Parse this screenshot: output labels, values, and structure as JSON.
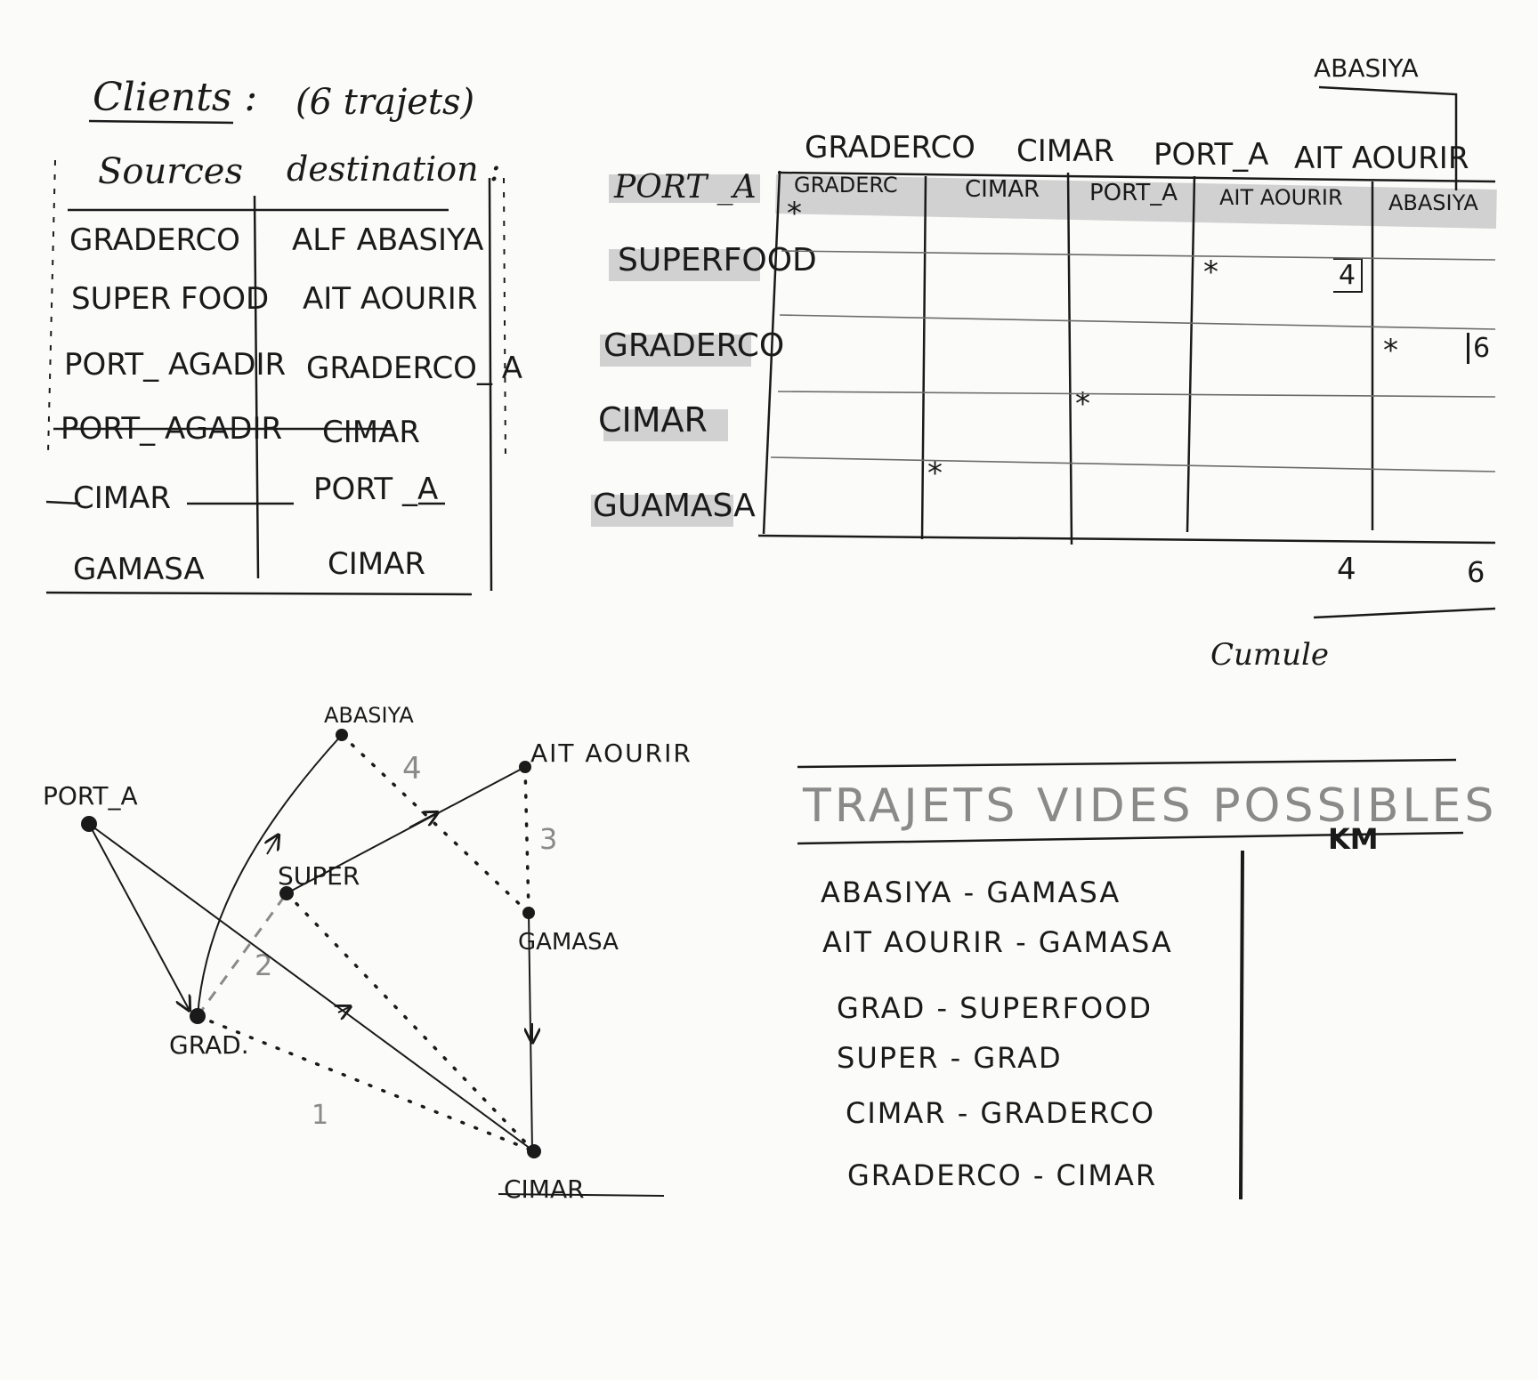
{
  "clients": {
    "title": "Clients :",
    "subtitle": "(6 trajets)",
    "col_source": "Sources",
    "col_destination": "destination :",
    "rows": [
      {
        "source": "GRADERCO",
        "destination": "ALF ABASIYA"
      },
      {
        "source": "SUPER FOOD",
        "destination": "AIT AOURIR"
      },
      {
        "source": "PORT_ AGADIR",
        "destination": "GRADERCO_ A"
      },
      {
        "source": "PORT_ AGADIR",
        "destination": "CIMAR"
      },
      {
        "source": "CIMAR",
        "destination": "PORT _A"
      },
      {
        "source": "GAMASA",
        "destination": "CIMAR"
      }
    ]
  },
  "matrix": {
    "top_labels": [
      "GRADERCO",
      "CIMAR",
      "PORT_A",
      "AIT AOURIR"
    ],
    "top_extra": "ABASIYA",
    "columns": [
      "GRADERC",
      "CIMAR",
      "PORT_A",
      "AIT AOURIR",
      "ABASIYA"
    ],
    "rows": [
      "PORT _A",
      "SUPERFOOD",
      "GRADERCO",
      "CIMAR",
      "GUAMASA"
    ],
    "marks": [
      {
        "row": 0,
        "col": 0,
        "symbol": "*"
      },
      {
        "row": 1,
        "col": 3,
        "symbol": "*"
      },
      {
        "row": 2,
        "col": 4,
        "symbol": "*"
      },
      {
        "row": 3,
        "col": 2,
        "symbol": "*"
      },
      {
        "row": 4,
        "col": 1,
        "symbol": "*"
      }
    ],
    "box_values": [
      "4",
      "6"
    ],
    "totals": [
      "4",
      "6"
    ],
    "cumule_label": "Cumule"
  },
  "graph": {
    "nodes": {
      "abasiya": "ABASIYA",
      "aitaourir": "AIT AOURIR",
      "port": "PORT_A",
      "super": "SUPER",
      "gamasa": "GAMASA",
      "grad": "GRAD.",
      "cimar": "CIMAR"
    },
    "edge_labels": [
      "1",
      "2",
      "3",
      "4"
    ]
  },
  "trajets": {
    "heading": "TRAJETS VIDES POSSIBLES",
    "km_label": "KM",
    "items": [
      "ABASIYA - GAMASA",
      "AIT AOURIR - GAMASA",
      "GRAD - SUPERFOOD",
      "SUPER - GRAD",
      "CIMAR - GRADERCO",
      "GRADERCO - CIMAR"
    ]
  },
  "colors": {
    "ink": "#1a1a1a",
    "highlight": "#c9c9c9",
    "pencil": "#8a8a8a"
  }
}
